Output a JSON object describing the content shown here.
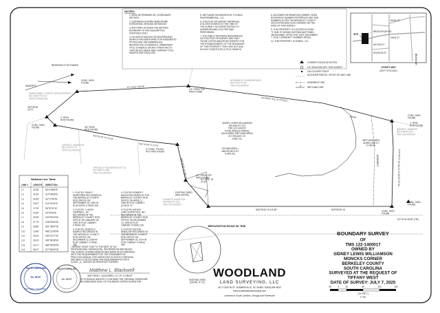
{
  "notes": {
    "heading": "NOTES:",
    "col1": [
      "1. AREA DETERMINED BY COORDINATE METHOD.",
      "2. DISTANCES SHOWN HEREON ARE HORIZONTAL GROUND DISTANCES.",
      "3. ANYTHING OUTSIDE THE DEFINED BOUNDARY IS FOR DESCRIPTIVE PURPOSES ONLY.",
      "4. NO INVESTIGATION OR INDEPENDENT SEARCH HAS BEEN MADE FOR EASEMENTS OF RECORD, ENCUMBRANCES, RESTRICTIVE COVENANTS, OWNERSHIP TITLE EVIDENCE OR ANY OTHER FACTS THAT AN ACCURATE AND CURRENT TITLE SEARCH MAY DISCLOSE."
    ],
    "col2": [
      "5. WETLANDS DELINEATED BY CYGNUS ENVIRONMENTAL, LLC.",
      "6. THIS PLAT OR SURVEY SHOWS ALL UTILITIES EVIDENT AT THE TIME OF THE SURVEY. NO INVESTIGATION TO UNDERGROUND UTILITIES WAS PERFORMED.",
      "7. THE PUBLIC RECORDS REFERENCED ON THIS PLAT OR SURVEY ARE ONLY THOSE LISTED AND/OR NECESSARY FOR THE ESTABLISHMENT OF THE BOUNDARY OF THIS PROPERTY. THEY ARE NOT AND DO NOT CONSTITUTE A TITLE SEARCH."
    ],
    "col3": [
      "8. ADJOINER INFORMATION (OWNER, DEED BOOK/PAGE NUMBER REFERENCE AND TMS NUMBER) IS PER THE BERKELEY COUNTY GIS SYSTEM AND IS AS CURRENT AS THE DATE OF THIS SURVEY.",
      "9. THIS PROPERTY IS LOCATED IN ZONE \"X\" AND IS SHOWN ON FEMA MAP PANEL 45015C0560E, EFFECTIVE DATE DECEMBER 7, 2018, COMMUNITY NUMBER 450031.",
      "10. THIS PROPERTY IS ZONED - R-1."
    ]
  },
  "vicinity": {
    "caption": "VICINITY MAP",
    "scale": "(NOT TO SCALE)",
    "labels": [
      "SITE",
      "BROUGHTON RD",
      "HEAD ST",
      "VIEW ST",
      "HILTON ST",
      "DIVISION ST",
      "BRAND DR"
    ]
  },
  "legend": {
    "items": [
      "CORNER FOUND AS NOTED",
      "1/2\" IRON ROD SET THIS SURVEY",
      "CALCULATED POINT",
      "ADJOINER PARCEL / RIGHT-OF-WAY LINE",
      "EASEMENT LINE",
      "WETLAND LINE"
    ]
  },
  "stamps_label": "RESERVED FOR STAMPS",
  "plat": {
    "magnetic": "MAGNETIC",
    "adjoiners": [
      "MARROWMILL FOREST DEVELOPMENT LLC\nDB 12220 PG 214\nTMS 12200001030",
      "NORMAN W. SCARBOROUGH\nDB 4715 PG 341\nTMS 12114000010",
      "CARROLL HAMILTON\nDB 4767 PG 41\nTMS 12214000015",
      "THELMA S. RICHARDSON ET AL\nDB 4469 PG 358\nTMS 12214000016",
      "CHARLES HAMILTON\nDB 4563 PG 193\nTMS 12214000017",
      "WAYNE E. AMADOR\nDB 3768 PG 872\nTMS 12214000014"
    ],
    "subject": "SIDNEY LEWIS WILLIAMSON\nDB 5060 PG 973\nTMS 122-1400017\nTOTAL AREA IN PARCEL\n(INCLUDING WETLAND AREA)\n217,993.2837 S.F.\n4.9957 AC.",
    "upland": "UPLAND AREA =\n185,093.2873 S.F.\n4.2491 AC.",
    "wetland": "WETLAND AREA\n32,899.1185 S.F.\n0.748 AC.",
    "bearings": [
      "N7°12'52\" 253.66'",
      "N7°08'09\" 551.78' (TOTAL)",
      "169.89'",
      "N19°46'19\" W 184.97'",
      "N22°31'39\" E 174.33'",
      "N26°35'45\" W 119.80'",
      "N26°50'45\" W",
      "N22°21'28\" E 37.09'",
      "N26°18'28\" W 188.17'"
    ],
    "corners": [
      "CONC. MON. FOUND",
      "CONC. MON. FOUND",
      "CONC. MON. FOUND",
      "1\" IRON ROD FOUND",
      "3/4\" IRON ROD FOUND",
      "1/2\" OPEN TOP PIPE FOUND",
      "3\" CONC. FILLED PVC PIPE FOUND",
      "1/2\" OPEN TOP PIPE FOUND",
      "CONC. MON. FOUND",
      "CONC. MON. FOUND",
      "1\" IRON ROD FOUND"
    ],
    "road": "BROUGHTON ROAD 66' R/W",
    "existing_shed": "EXISTING SHED\n(SEE DETAIL)",
    "detail_label": "EXISTING SHED\n(DETAIL N.T.S)",
    "pt_bearing": "S40°36'26\"\n23.70'",
    "corner_bearing": "N7°12'32\" W\n27.90'",
    "misc": [
      "EASEMENT",
      "N1°19' W 46.60' (TIE)",
      "N 26°24' 15\" W"
    ]
  },
  "wetland_table": {
    "title": "Wetland Line Table",
    "headers": [
      "LINE #",
      "LENGTH",
      "DIRECTION"
    ],
    "rows": [
      [
        "L1",
        "15.58'",
        "N31°48'55\"E"
      ],
      [
        "L2",
        "21.60'",
        "S14°48'08\"E"
      ],
      [
        "L3",
        "24.65'",
        "S3°17'59\"W"
      ],
      [
        "L4",
        "19.67'",
        "S13°41'52\"E"
      ],
      [
        "L5",
        "17.99'",
        "S6°32'11\"W"
      ],
      [
        "L6",
        "20.08'",
        "S0°00'53\"E"
      ],
      [
        "L7",
        "23.59'",
        "S32°53'40\"W"
      ],
      [
        "L8",
        "27.75'",
        "S48°50'53\"W"
      ],
      [
        "L9",
        "29.89'",
        "S61°08'47\"W"
      ],
      [
        "L10",
        "13.89'",
        "N86°12'45\"W"
      ],
      [
        "L11",
        "23.61'",
        "S54°11'17\"W"
      ],
      [
        "L12",
        "26.03'",
        "S62°48'38\"W"
      ],
      [
        "L13",
        "30.17'",
        "N85°08'28\"W"
      ],
      [
        "L14",
        "56.07'",
        "N77°56'29\"W"
      ]
    ]
  },
  "references": [
    "1. PLAT BY JOHN F. MURPHREE RECORDED IN THE BERKELEY COUNTY ROD OFFICE ON SEPTEMBER 15, 1993 IN PLAT BOOK O PAGE 250.",
    "2. PLAT BY J. HUGH CAMPBELL, JR. RECORDED IN THE BERKELEY COUNTY ROD OFFICE ON JANUARY 25, 1992 IN PLAT CABINET K PAGE 160.",
    "3. PLAT BY JOSEPH C. SAMPLE RECORDED IN THE BERKELEY COUNTY ROD OFFICE ON DECEMBER 13, 2000 IN PLAT CABINET O PAGE 335.",
    "4. PLAT BY HOMER F. MIXON RECORDED IN THE BERKELEY COUNTY ROD OFFICE ON APRIL 5, 2006 IN PLAT CABINET Q PAGE 70.",
    "5. PLAT BY ASHLEY LAND SURVEYING, INC. RECORDED IN THE BERKELEY COUNTY ROD OFFICE ON DECEMBER 13, 2006 IN PLAT CABINET R PAGE 233.",
    "6. PLAT BY MILTON WINSLOW RECORDED IN THE BERKELEY COUNTY ROD OFFICE ON SEPTEMBER 18, 2014 IN PLAT CABINET S PAGE 315."
  ],
  "certification": {
    "text": "I HEREBY STATE THAT TO THE BEST OF MY PROFESSIONAL KNOWLEDGE, INFORMATION AND BELIEF, THE SURVEY SHOWN HEREON WAS MADE IN ACCORDANCE WITH THE REQUIREMENTS OF THE STANDARDS OF PRACTICE MANUAL FOR SURVEYING IN SOUTH CAROLINA, AND MEETS OR EXCEEDS THE REQUIREMENTS FOR A CLASS _A_ SURVEY AS SPECIFIED THEREIN.",
    "signature": "Matthew L. Blackwell",
    "name": "MATTHEW L. BLACKWELL S.C.P.L.S #36197",
    "disclaimer": "THIS PLAT IS INVALID UNLESS IT CONTAINS THE ORIGINAL SIGNATURE AND EMBOSSED SEAL OF THE ABOVE STATED SURVEYOR",
    "seal_top": "SOUTH CAROLINA",
    "seal_mid": "No. 36197",
    "seal_name": "MATTHEW L. BLACKWELL"
  },
  "company": {
    "name_big": "WOODLAND",
    "name_small": "LAND SURVEYING, LLC",
    "address": "4477 LEGION ST. SUMMERVILLE, SC 29483 • P(843) 695-6512",
    "web": "www.woodlandlandsurveying.com",
    "tagline": "Licensed in South Carolina, Georgia and Tennessee"
  },
  "title_block": {
    "lines": [
      "BOUNDARY SURVEY",
      "OF",
      "TMS 122-1400017",
      "OWNED BY",
      "SIDNEY LEWIS WILLIAMSON",
      "MONCKS CORNER",
      "BERKELEY COUNTY",
      "SOUTH CAROLINA",
      "SURVEYED AT THE REQUEST OF",
      "TIFFANY WEST",
      "DATE OF SURVEY: JULY 7, 2025"
    ],
    "scale_ticks": [
      "50",
      "0",
      "25",
      "50",
      "100",
      "150"
    ],
    "scale_unit": "( IN FEET )",
    "scale_ratio": "1\"=50'"
  }
}
